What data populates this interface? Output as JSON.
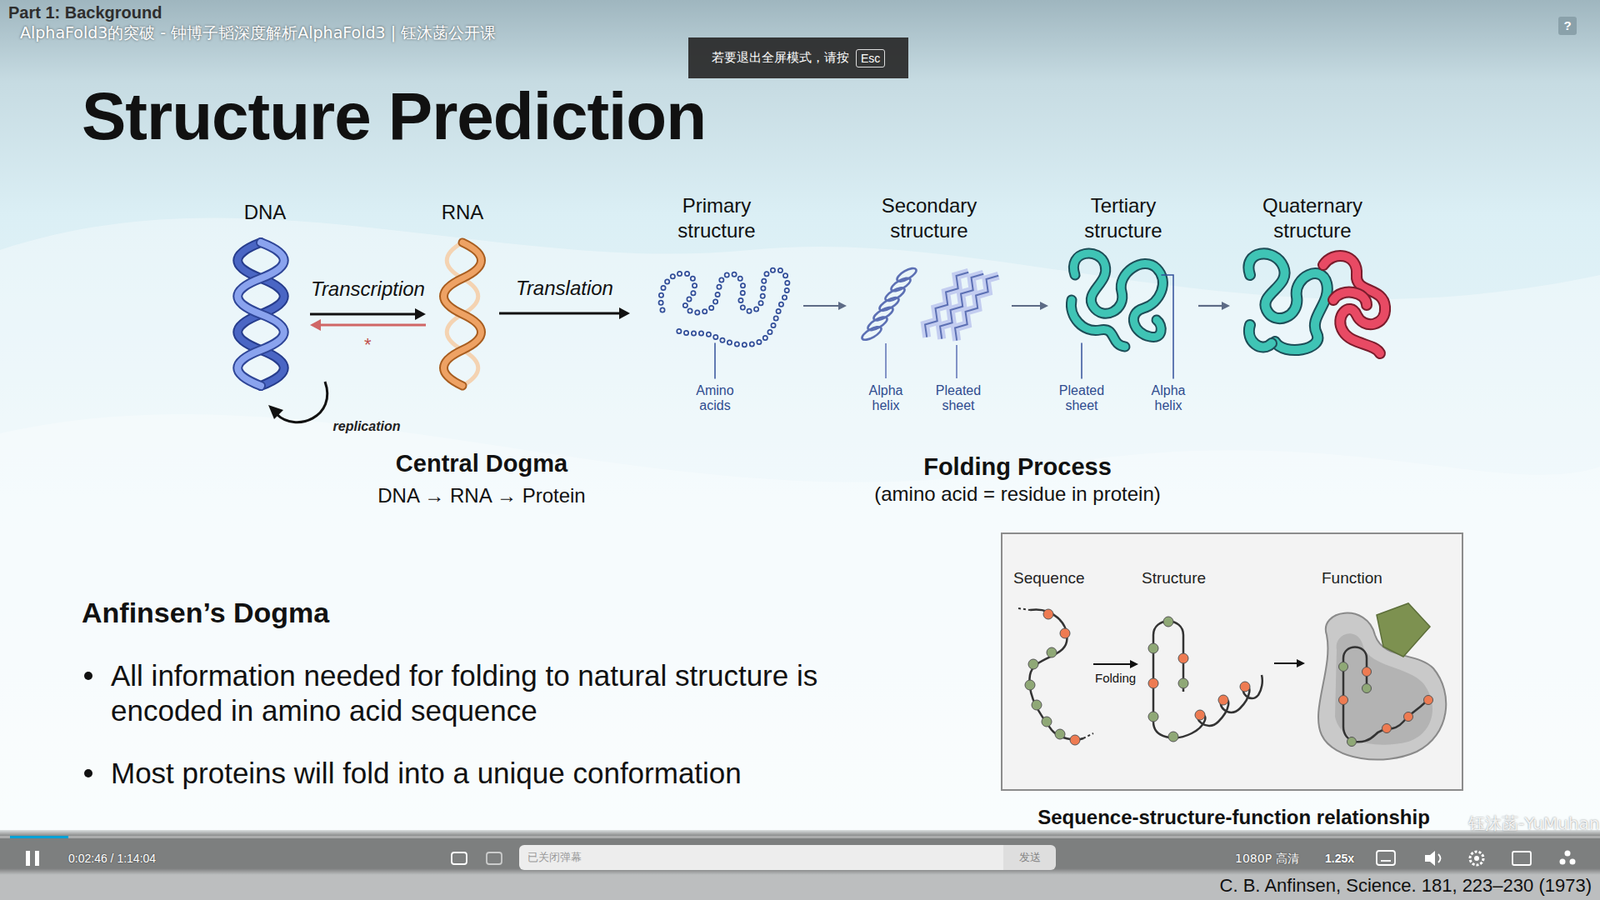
{
  "diagram": {
    "title": "Structure Prediction",
    "nodes": [
      {
        "text": [
          "若要退出全屏模式，请按"
        ]
      },
      {
        "text": [
          "Esc"
        ],
        "in": 0
      },
      {
        "text": [
          "?"
        ]
      },
      {
        "text": [
          "DNA"
        ]
      },
      {
        "text": [
          "RNA"
        ]
      },
      {
        "text": [
          "Primary structure",
          "Amino acids"
        ]
      },
      {
        "text": [
          "Secondary structure",
          "Alpha helix",
          "Pleated sheet"
        ]
      },
      {
        "text": [
          "Tertiary structure",
          "Pleated sheet",
          "Alpha helix"
        ]
      },
      {
        "text": [
          "Quaternary structure"
        ]
      },
      {
        "text": [
          "Sequence-structure-function relationship"
        ]
      },
      {
        "text": [
          "Sequence"
        ],
        "in": 9
      },
      {
        "text": [
          "Structure"
        ],
        "in": 9
      },
      {
        "text": [
          "Function"
        ],
        "in": 9
      },
      {
        "text": [
          "已关闭弹幕"
        ]
      },
      {
        "text": [
          "发送"
        ]
      }
    ],
    "edges": [
      {
        "from": 3,
        "to": 4,
        "label": "Transcription",
        "arrow": "to"
      },
      {
        "from": 4,
        "to": 3,
        "label": "*",
        "arrow": "to"
      },
      {
        "from": 4,
        "to": 5,
        "label": "Translation",
        "arrow": "to"
      },
      {
        "from": 5,
        "to": 6,
        "arrow": "to"
      },
      {
        "from": 6,
        "to": 7,
        "arrow": "to"
      },
      {
        "from": 7,
        "to": 8,
        "arrow": "to"
      },
      {
        "from": 10,
        "to": 11,
        "label": "Folding",
        "arrow": "to"
      },
      {
        "from": 11,
        "to": 12,
        "arrow": "to"
      }
    ],
    "labels": [
      "Part 1: Background",
      "AlphaFold3的突破 - 钟博子韬深度解析AlphaFold3 | 钰沐菡公开课",
      "replication",
      "Central Dogma",
      "DNA → RNA → Protein",
      "Folding Process",
      "(amino acid = residue in protein)",
      "Anfinsen’s Dogma",
      "All information needed for folding to natural structure is encoded in amino acid sequence",
      "Most proteins will fold into a unique conformation",
      "C. B. Anfinsen, Science. 181, 223–230 (1973)",
      "0:02:46 / 1:14:04",
      "1080P 高清",
      "1.25x",
      "钰沐菡-YuMuhan"
    ]
  }
}
